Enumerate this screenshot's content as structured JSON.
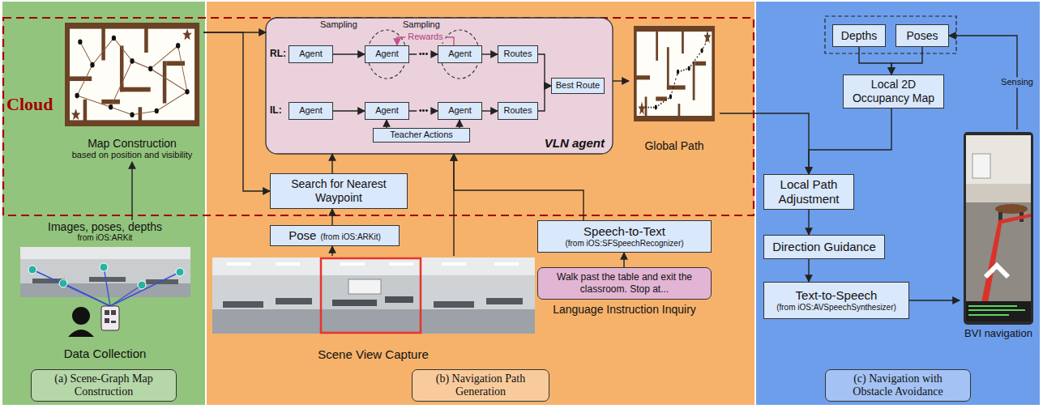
{
  "diagram": {
    "nodes": [
      {
        "text": [
          "(a) Scene-Graph Map Construction"
        ]
      },
      {
        "text": [
          "Map Construction",
          "based on position and visibility"
        ],
        "in": 0
      },
      {
        "text": [
          "Images, poses, depths",
          "from iOS:ARKit",
          "Data Collection"
        ],
        "in": 0
      },
      {
        "text": [
          "(b) Navigation Path Generation"
        ]
      },
      {
        "text": [
          "VLN agent"
        ],
        "in": 3
      },
      {
        "text": [
          "Agent"
        ],
        "in": 4
      },
      {
        "text": [
          "Agent"
        ],
        "in": 4
      },
      {
        "text": [
          "Agent"
        ],
        "in": 4
      },
      {
        "text": [
          "Routes"
        ],
        "in": 4
      },
      {
        "text": [
          "Best Route"
        ],
        "in": 4
      },
      {
        "text": [
          "Agent"
        ],
        "in": 4
      },
      {
        "text": [
          "Agent"
        ],
        "in": 4
      },
      {
        "text": [
          "Agent"
        ],
        "in": 4
      },
      {
        "text": [
          "Routes"
        ],
        "in": 4
      },
      {
        "text": [
          "Teacher Actions"
        ],
        "in": 4
      },
      {
        "text": [
          "Global Path"
        ],
        "in": 3
      },
      {
        "text": [
          "Search for Nearest Waypoint"
        ],
        "in": 3
      },
      {
        "text": [
          "Pose",
          "(from iOS:ARKit)"
        ],
        "in": 3
      },
      {
        "text": [
          "Scene View Capture"
        ],
        "in": 3
      },
      {
        "text": [
          "Speech-to-Text",
          "(from iOS:SFSpeechRecognizer)"
        ],
        "in": 3
      },
      {
        "text": [
          "Walk past the table and exit the classroom. Stop at...",
          "Language Instruction Inquiry"
        ],
        "in": 3
      },
      {
        "text": [
          "(c) Navigation with Obstacle Avoidance"
        ]
      },
      {
        "text": [
          "Depths"
        ],
        "in": 21
      },
      {
        "text": [
          "Poses"
        ],
        "in": 21
      },
      {
        "text": [
          "Local 2D Occupancy Map"
        ],
        "in": 21
      },
      {
        "text": [
          "Local Path Adjustment"
        ],
        "in": 21
      },
      {
        "text": [
          "Direction Guidance"
        ],
        "in": 21
      },
      {
        "text": [
          "Text-to-Speech",
          "(from iOS:AVSpeechSynthesizer)"
        ],
        "in": 21
      },
      {
        "text": [
          "BVI navigation"
        ],
        "in": 21
      }
    ],
    "edges": [
      {
        "from": 2,
        "to": 1,
        "arrow": "to"
      },
      {
        "from": 1,
        "to": 4,
        "arrow": "to"
      },
      {
        "from": 1,
        "to": 16,
        "arrow": "to"
      },
      {
        "from": 17,
        "to": 16,
        "arrow": "to"
      },
      {
        "from": 16,
        "to": 4,
        "arrow": "to"
      },
      {
        "from": 18,
        "to": 17,
        "arrow": "to"
      },
      {
        "from": 18,
        "to": 4,
        "arrow": "to"
      },
      {
        "from": 20,
        "to": 19,
        "arrow": "to"
      },
      {
        "from": 19,
        "to": 4,
        "arrow": "to"
      },
      {
        "from": 5,
        "to": 6,
        "arrow": "to"
      },
      {
        "from": 6,
        "to": 7,
        "arrow": "to",
        "label": "•••"
      },
      {
        "from": 7,
        "to": 8,
        "arrow": "to"
      },
      {
        "from": 8,
        "to": 9,
        "arrow": "to"
      },
      {
        "from": 10,
        "to": 11,
        "arrow": "to"
      },
      {
        "from": 11,
        "to": 12,
        "arrow": "to",
        "label": "•••"
      },
      {
        "from": 12,
        "to": 13,
        "arrow": "to"
      },
      {
        "from": 13,
        "to": 9,
        "arrow": "to"
      },
      {
        "from": 14,
        "to": 11,
        "arrow": "to"
      },
      {
        "from": 14,
        "to": 12,
        "arrow": "to"
      },
      {
        "from": 7,
        "to": 6,
        "arrow": "to",
        "label": "Rewards"
      },
      {
        "from": 4,
        "to": 15,
        "arrow": "to"
      },
      {
        "from": 15,
        "to": 25,
        "arrow": "to"
      },
      {
        "from": 22,
        "to": 24,
        "arrow": "to"
      },
      {
        "from": 23,
        "to": 24,
        "arrow": "to"
      },
      {
        "from": 24,
        "to": 25,
        "arrow": "to"
      },
      {
        "from": 25,
        "to": 26,
        "arrow": "to"
      },
      {
        "from": 26,
        "to": 27,
        "arrow": "to"
      },
      {
        "from": 27,
        "to": 28,
        "arrow": "to"
      },
      {
        "from": 28,
        "to": 23,
        "arrow": "to",
        "label": "Sensing"
      }
    ],
    "labels": [
      "Cloud",
      "RL:",
      "IL:",
      "Sampling",
      "Sampling"
    ]
  }
}
